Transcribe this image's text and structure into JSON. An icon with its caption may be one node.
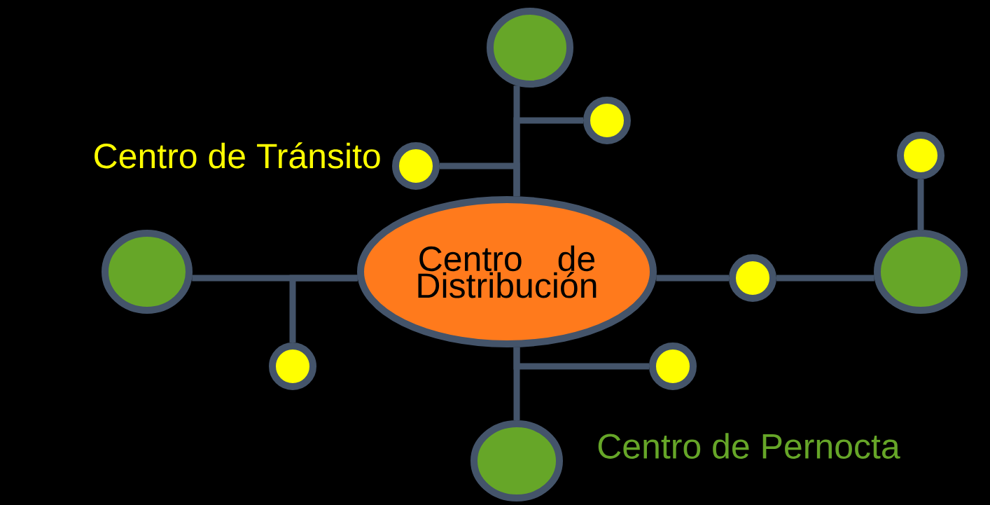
{
  "diagram": {
    "nodes": [
      {
        "text": [
          "Centro de Distribución"
        ]
      },
      {
        "text": [],
        "shape": "circle"
      },
      {
        "text": [],
        "shape": "circle"
      },
      {
        "text": [],
        "shape": "circle"
      },
      {
        "text": [],
        "shape": "circle",
        "beside": [
          "Centro de Pernocta"
        ]
      },
      {
        "text": [],
        "shape": "circle",
        "beside": [
          "Centro de Tránsito"
        ]
      },
      {
        "text": [],
        "shape": "circle"
      },
      {
        "text": [],
        "shape": "circle"
      },
      {
        "text": [],
        "shape": "circle"
      },
      {
        "text": [],
        "shape": "circle"
      },
      {
        "text": [],
        "shape": "circle"
      }
    ],
    "edges": [
      {
        "from": 0,
        "to": 1,
        "arrow": "none"
      },
      {
        "from": 0,
        "to": 6,
        "arrow": "none"
      },
      {
        "from": 0,
        "to": 5,
        "arrow": "none"
      },
      {
        "from": 0,
        "to": 2,
        "arrow": "none"
      },
      {
        "from": 0,
        "to": 9,
        "arrow": "none"
      },
      {
        "from": 0,
        "to": 8,
        "arrow": "none"
      },
      {
        "from": 8,
        "to": 3,
        "arrow": "none"
      },
      {
        "from": 3,
        "to": 7,
        "arrow": "none"
      },
      {
        "from": 0,
        "to": 4,
        "arrow": "none"
      },
      {
        "from": 0,
        "to": 10,
        "arrow": "none"
      }
    ]
  }
}
